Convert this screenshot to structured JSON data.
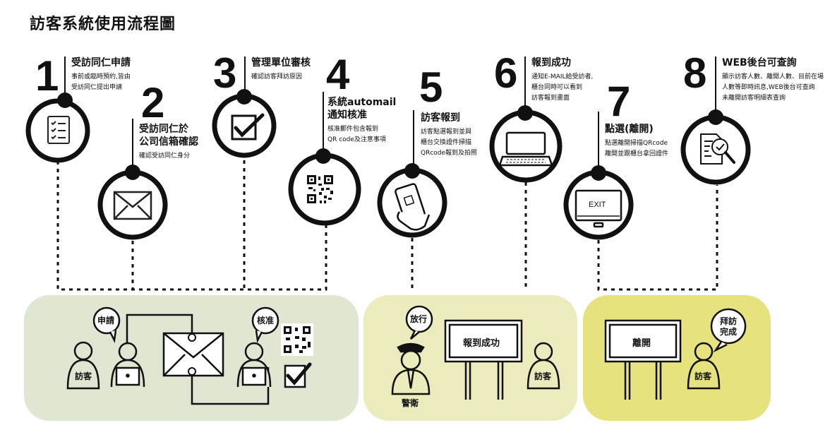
{
  "title": "訪客系統使用流程圖",
  "steps": [
    {
      "number": "1",
      "heading": "受訪同仁申請",
      "desc": [
        "事前或臨時預約,皆由",
        "受訪同仁提出申請"
      ]
    },
    {
      "number": "2",
      "heading": [
        "受訪同仁於",
        "公司信箱確認"
      ],
      "desc": [
        "確認受訪同仁身分"
      ]
    },
    {
      "number": "3",
      "heading": "管理單位審核",
      "desc": [
        "確認訪客拜訪原因"
      ]
    },
    {
      "number": "4",
      "heading": [
        "系統automail",
        "通知核准"
      ],
      "desc": [
        "核准郵件包含報到",
        "QR code及注意事項"
      ]
    },
    {
      "number": "5",
      "heading": "訪客報到",
      "desc": [
        "訪客點選報到並與",
        "櫃台交換證件掃描",
        "QRcode報到及拍照"
      ]
    },
    {
      "number": "6",
      "heading": "報到成功",
      "desc": [
        "通知E-MAIL給受訪者,",
        "櫃台同時可以看到",
        "訪客報到畫面"
      ]
    },
    {
      "number": "7",
      "heading": "點選(離開)",
      "desc": [
        "點選離開掃描QRcode",
        "離開並跟櫃台拿回證件"
      ]
    },
    {
      "number": "8",
      "heading": "WEB後台可查詢",
      "desc": [
        "顯示訪客人數、離開人數、目前在場",
        "人數等即時訊息,WEB後台可查詢",
        "未離開訪客明細表查詢"
      ]
    }
  ],
  "icons": {
    "exit_label": "EXIT"
  },
  "panels": {
    "left": {
      "apply_bubble": "申請",
      "approve_bubble": "核准",
      "visitor_label": "訪客"
    },
    "middle": {
      "release_bubble": "放行",
      "board_label": "報到成功",
      "guard_label": "警衛",
      "visitor_label": "訪客"
    },
    "right": {
      "board_label": "離開",
      "done_bubble": "拜訪完成",
      "visitor_label": "訪客"
    }
  },
  "colors": {
    "panel_left": "#dfe6d2",
    "panel_middle": "#ecebbd",
    "panel_right": "#e6e27e",
    "ink": "#111111"
  }
}
